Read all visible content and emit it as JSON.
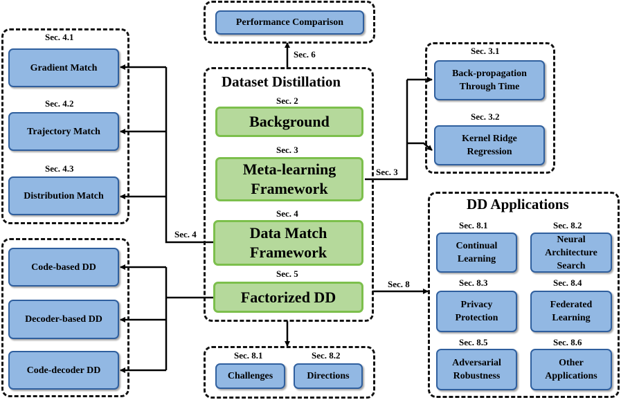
{
  "performance": {
    "label": "Performance Comparison",
    "sec": "Sec. 6"
  },
  "center": {
    "title": "Dataset Distillation",
    "boxes": [
      {
        "sec": "Sec. 2",
        "label": "Background"
      },
      {
        "sec": "Sec. 3",
        "label": "Meta-learning\nFramework"
      },
      {
        "sec": "Sec. 4",
        "label": "Data Match\nFramework"
      },
      {
        "sec": "Sec. 5",
        "label": "Factorized DD"
      }
    ]
  },
  "match": [
    {
      "sec": "Sec. 4.1",
      "label": "Gradient Match"
    },
    {
      "sec": "Sec. 4.2",
      "label": "Trajectory Match"
    },
    {
      "sec": "Sec. 4.3",
      "label": "Distribution Match"
    }
  ],
  "factorized": [
    {
      "label": "Code-based DD"
    },
    {
      "label": "Decoder-based DD"
    },
    {
      "label": "Code-decoder DD"
    }
  ],
  "meta": [
    {
      "sec": "Sec. 3.1",
      "label": "Back-propagation\nThrough Time"
    },
    {
      "sec": "Sec. 3.2",
      "label": "Kernel Ridge\nRegression"
    }
  ],
  "applications": {
    "title": "DD Applications",
    "items": [
      {
        "sec": "Sec. 8.1",
        "label": "Continual\nLearning"
      },
      {
        "sec": "Sec. 8.2",
        "label": "Neural\nArchitecture\nSearch"
      },
      {
        "sec": "Sec. 8.3",
        "label": "Privacy\nProtection"
      },
      {
        "sec": "Sec. 8.4",
        "label": "Federated\nLearning"
      },
      {
        "sec": "Sec. 8.5",
        "label": "Adversarial\nRobustness"
      },
      {
        "sec": "Sec. 8.6",
        "label": "Other\nApplications"
      }
    ]
  },
  "bottom": [
    {
      "sec": "Sec. 8.1",
      "label": "Challenges"
    },
    {
      "sec": "Sec. 8.2",
      "label": "Directions"
    }
  ],
  "edges": {
    "sec4": "Sec. 4",
    "sec3": "Sec. 3",
    "sec8": "Sec. 8"
  }
}
